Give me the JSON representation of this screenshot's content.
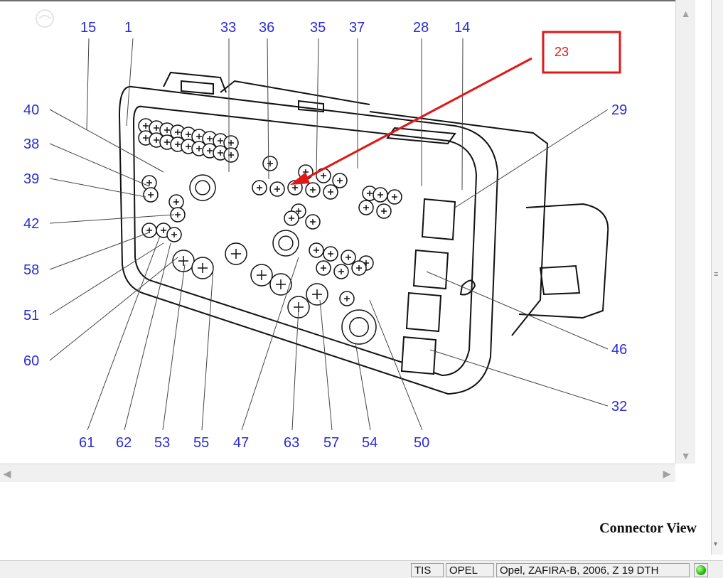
{
  "diagram": {
    "caption": "Connector View",
    "callouts_top": [
      "15",
      "1",
      "33",
      "36",
      "35",
      "37",
      "28",
      "14"
    ],
    "callouts_left": [
      "40",
      "38",
      "39",
      "42",
      "58",
      "51",
      "60"
    ],
    "callouts_right": [
      "29",
      "46",
      "32"
    ],
    "callouts_bottom": [
      "61",
      "62",
      "53",
      "55",
      "47",
      "63",
      "57",
      "54",
      "50"
    ],
    "annotation": {
      "label": "23",
      "color": "#e01818"
    },
    "callout_color": "#2b2bd6"
  },
  "statusbar": {
    "app": "TIS",
    "brand": "OPEL",
    "vehicle": "Opel, ZAFIRA-B, 2006, Z 19 DTH",
    "status_light": "green-status-icon"
  }
}
